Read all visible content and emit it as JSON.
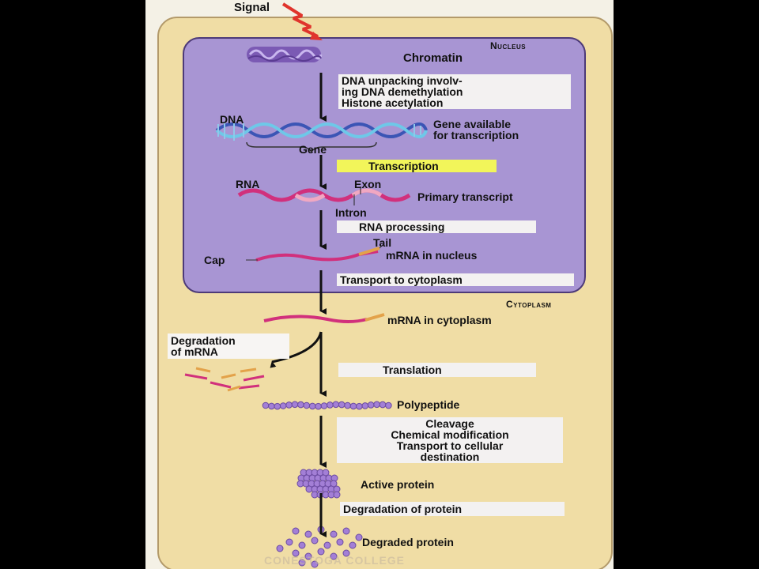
{
  "compartments": {
    "nucleus": "Nucleus",
    "cytoplasm": "Cytoplasm"
  },
  "signal": "Signal",
  "labels": {
    "chromatin": "Chromatin",
    "dna": "DNA",
    "gene": "Gene",
    "gene_available": [
      "Gene available",
      "for transcription"
    ],
    "rna": "RNA",
    "exon": "Exon",
    "intron": "Intron",
    "primary_transcript": "Primary transcript",
    "tail": "Tail",
    "cap": "Cap",
    "mrna_nucleus": "mRNA in nucleus",
    "mrna_cytoplasm": "mRNA in cytoplasm",
    "polypeptide": "Polypeptide",
    "active_protein": "Active protein",
    "degraded_protein": "Degraded protein"
  },
  "steps": {
    "unpacking": [
      "DNA unpacking involv-",
      "ing DNA demethylation",
      "Histone acetylation"
    ],
    "transcription": "Transcription",
    "rna_processing": "RNA processing",
    "transport": "Transport to cytoplasm",
    "degradation_mrna": [
      "Degradation",
      "of mRNA"
    ],
    "translation": "Translation",
    "modification": [
      "Cleavage",
      "Chemical modification",
      "Transport to cellular",
      "destination"
    ],
    "degradation_protein": "Degradation of protein"
  },
  "colors": {
    "cell": "#f0dda5",
    "nucleus": "#a895d3",
    "highlight": "#f2f55a",
    "dna_blue": "#3b55b5",
    "dna_light": "#6ec8e8",
    "rna_pink": "#d1307c",
    "exon_pink": "#f0a8c2",
    "tail_orange": "#e3a24a",
    "protein_purple": "#a37fd6",
    "signal_red": "#e0342c"
  },
  "bottom_watermark": "CONESTOGA COLLEGE"
}
